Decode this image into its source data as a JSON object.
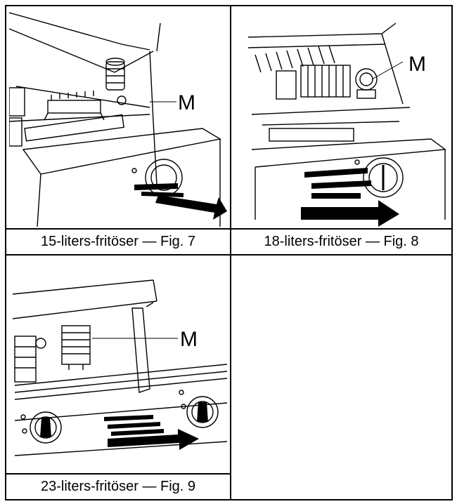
{
  "figures": [
    {
      "caption": "15-liters-fritöser — Fig. 7",
      "callout": "M"
    },
    {
      "caption": "18-liters-fritöser — Fig. 8",
      "callout": "M"
    },
    {
      "caption": "23-liters-fritöser — Fig. 9",
      "callout": "M"
    }
  ]
}
